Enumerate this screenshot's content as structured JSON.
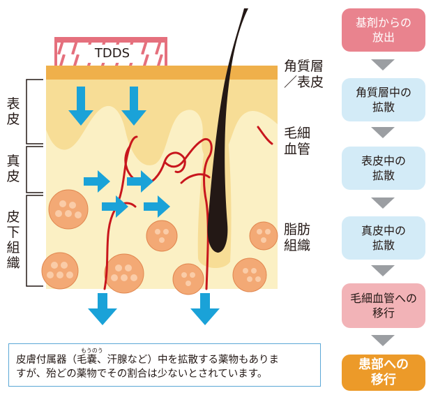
{
  "patch": {
    "label": "TDDS"
  },
  "layers": {
    "stratum_corneum": "角質層\n／表皮",
    "capillary": "毛細\n血管",
    "fat": "脂肪\n組織",
    "epidermis": "表\n皮",
    "dermis": "真\n皮",
    "subcutis": "皮\n下\n組\n織"
  },
  "flow_steps": [
    {
      "text": "基剤からの\n放出",
      "style": "red"
    },
    {
      "text": "角質層中の\n拡散",
      "style": "blue"
    },
    {
      "text": "表皮中の\n拡散",
      "style": "blue"
    },
    {
      "text": "真皮中の\n拡散",
      "style": "blue"
    },
    {
      "text": "毛細血管への\n移行",
      "style": "pink"
    },
    {
      "text": "患部への\n移行",
      "style": "orange"
    }
  ],
  "note": {
    "ruby": "もうのう",
    "line1": "皮膚付属器（毛嚢、汗腺など）中を拡散する薬物もありま",
    "line2": "すが、殆どの薬物でその割合は少ないとされています。"
  },
  "colors": {
    "skin_base": "#fbf0c4",
    "skin_epidermis": "#f7dd96",
    "stratum": "#efb04b",
    "patch": "#e5707d",
    "vessel": "#c8161d",
    "arrow_blue": "#1aa2d8",
    "hair": "#231815",
    "fat": "#f3a975",
    "step_arrow": "#9b9ea2"
  }
}
